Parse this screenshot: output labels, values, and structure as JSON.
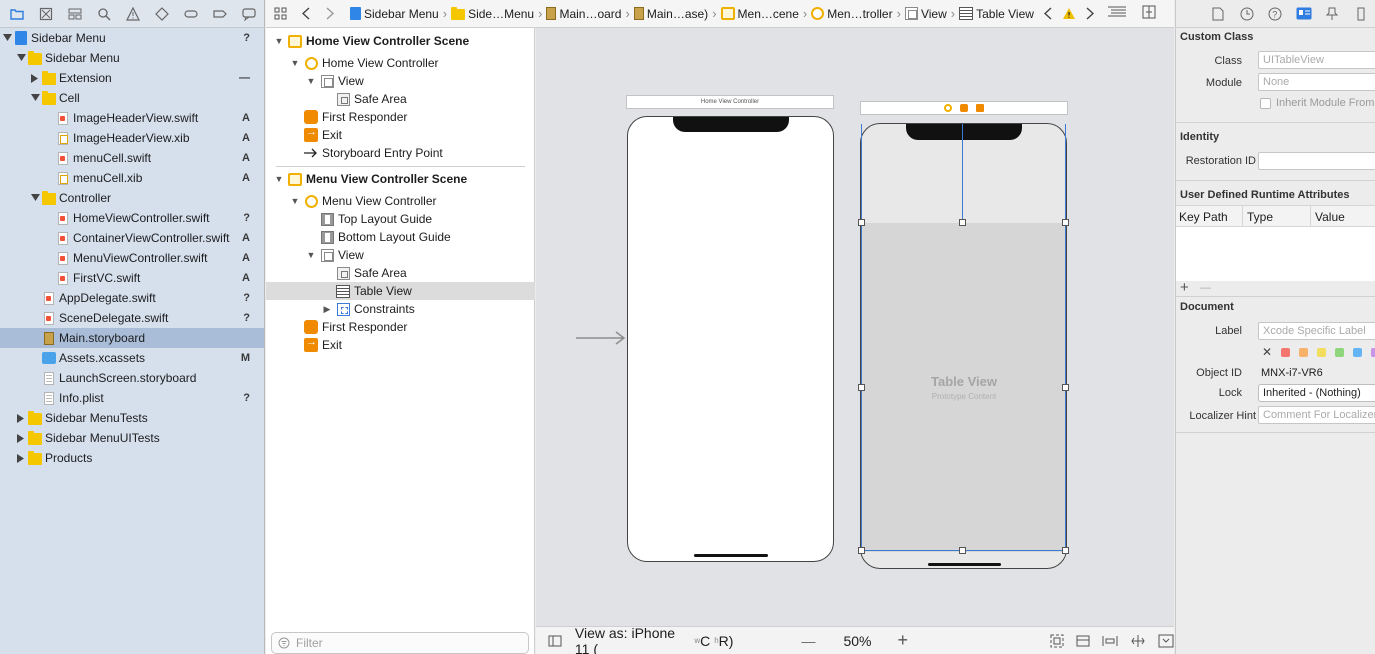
{
  "navigator": {
    "toolbar_icons": [
      "folder-icon",
      "source-control-icon",
      "hierarchy-icon",
      "search-icon",
      "warning-icon",
      "test-icon",
      "debug-icon",
      "breakpoint-icon",
      "report-icon"
    ],
    "items": [
      {
        "label": "Sidebar Menu",
        "icon": "project",
        "badge": "?",
        "disc": "open",
        "depth": 0
      },
      {
        "label": "Sidebar Menu",
        "icon": "folder",
        "badge": "",
        "disc": "open",
        "depth": 1
      },
      {
        "label": "Extension",
        "icon": "folder",
        "badge": "—",
        "disc": "closed",
        "depth": 2
      },
      {
        "label": "Cell",
        "icon": "folder",
        "badge": "",
        "disc": "open",
        "depth": 2
      },
      {
        "label": "ImageHeaderView.swift",
        "icon": "swift",
        "badge": "A",
        "disc": "",
        "depth": 3
      },
      {
        "label": "ImageHeaderView.xib",
        "icon": "xib",
        "badge": "A",
        "disc": "",
        "depth": 3
      },
      {
        "label": "menuCell.swift",
        "icon": "swift",
        "badge": "A",
        "disc": "",
        "depth": 3
      },
      {
        "label": "menuCell.xib",
        "icon": "xib",
        "badge": "A",
        "disc": "",
        "depth": 3
      },
      {
        "label": "Controller",
        "icon": "folder",
        "badge": "",
        "disc": "open",
        "depth": 2
      },
      {
        "label": "HomeViewController.swift",
        "icon": "swift",
        "badge": "?",
        "disc": "",
        "depth": 3
      },
      {
        "label": "ContainerViewController.swift",
        "icon": "swift",
        "badge": "A",
        "disc": "",
        "depth": 3
      },
      {
        "label": "MenuViewController.swift",
        "icon": "swift",
        "badge": "A",
        "disc": "",
        "depth": 3
      },
      {
        "label": "FirstVC.swift",
        "icon": "swift",
        "badge": "A",
        "disc": "",
        "depth": 3
      },
      {
        "label": "AppDelegate.swift",
        "icon": "swift",
        "badge": "?",
        "disc": "",
        "depth": 2
      },
      {
        "label": "SceneDelegate.swift",
        "icon": "swift",
        "badge": "?",
        "disc": "",
        "depth": 2
      },
      {
        "label": "Main.storyboard",
        "icon": "storyboard",
        "badge": "",
        "disc": "",
        "depth": 2,
        "selected": true
      },
      {
        "label": "Assets.xcassets",
        "icon": "assets",
        "badge": "M",
        "disc": "",
        "depth": 2
      },
      {
        "label": "LaunchScreen.storyboard",
        "icon": "plist",
        "badge": "",
        "disc": "",
        "depth": 2
      },
      {
        "label": "Info.plist",
        "icon": "plist",
        "badge": "?",
        "disc": "",
        "depth": 2
      },
      {
        "label": "Sidebar MenuTests",
        "icon": "folder",
        "badge": "",
        "disc": "closed",
        "depth": 1
      },
      {
        "label": "Sidebar MenuUITests",
        "icon": "folder",
        "badge": "",
        "disc": "closed",
        "depth": 1
      },
      {
        "label": "Products",
        "icon": "folder",
        "badge": "",
        "disc": "closed",
        "depth": 1
      }
    ]
  },
  "jumpbar": {
    "crumbs": [
      "Sidebar Menu",
      "Side…Menu",
      "Main…oard",
      "Main…ase)",
      "Men…cene",
      "Men…troller",
      "View",
      "Table View"
    ]
  },
  "outline": {
    "scene1": {
      "title": "Home View Controller Scene",
      "vc": "Home View Controller",
      "view": "View",
      "safe_area": "Safe Area",
      "first_responder": "First Responder",
      "exit": "Exit",
      "entry_point": "Storyboard Entry Point"
    },
    "scene2": {
      "title": "Menu View Controller Scene",
      "vc": "Menu View Controller",
      "top_guide": "Top Layout Guide",
      "bottom_guide": "Bottom Layout Guide",
      "view": "View",
      "safe_area": "Safe Area",
      "table_view": "Table View",
      "constraints": "Constraints",
      "first_responder": "First Responder",
      "exit": "Exit"
    },
    "filter_placeholder": "Filter"
  },
  "canvas": {
    "home_scene_label": "Home View Controller",
    "table_view_title": "Table View",
    "table_view_sub": "Prototype Content",
    "view_as": "View as: iPhone 11 (",
    "view_as_w": "w",
    "view_as_c": "C",
    "view_as_h": "h",
    "view_as_r": "R)",
    "zoom": "50%",
    "zoom_out": "—",
    "zoom_in": "+"
  },
  "inspector": {
    "custom_class_title": "Custom Class",
    "class_label": "Class",
    "class_placeholder": "UITableView",
    "module_label": "Module",
    "module_placeholder": "None",
    "inherit_label": "Inherit Module From",
    "identity_title": "Identity",
    "restoration_label": "Restoration ID",
    "udra_title": "User Defined Runtime Attributes",
    "col_key": "Key Path",
    "col_type": "Type",
    "col_value": "Value",
    "add": "+",
    "remove": "—",
    "document_title": "Document",
    "label_label": "Label",
    "label_placeholder": "Xcode Specific Label",
    "object_id_label": "Object ID",
    "object_id": "MNX-i7-VR6",
    "lock_label": "Lock",
    "lock_value": "Inherited - (Nothing)",
    "localizer_label": "Localizer Hint",
    "localizer_placeholder": "Comment For Localizer",
    "label_colors": [
      "#f4766f",
      "#f7b169",
      "#f2dd5f",
      "#8fd57b",
      "#65b4f5",
      "#c894e8"
    ]
  },
  "colors": {
    "navigator_bg": "#d6e0ec",
    "selection": "#a9bdd8",
    "accent": "#3d7bd3",
    "folder": "#f5c700"
  }
}
